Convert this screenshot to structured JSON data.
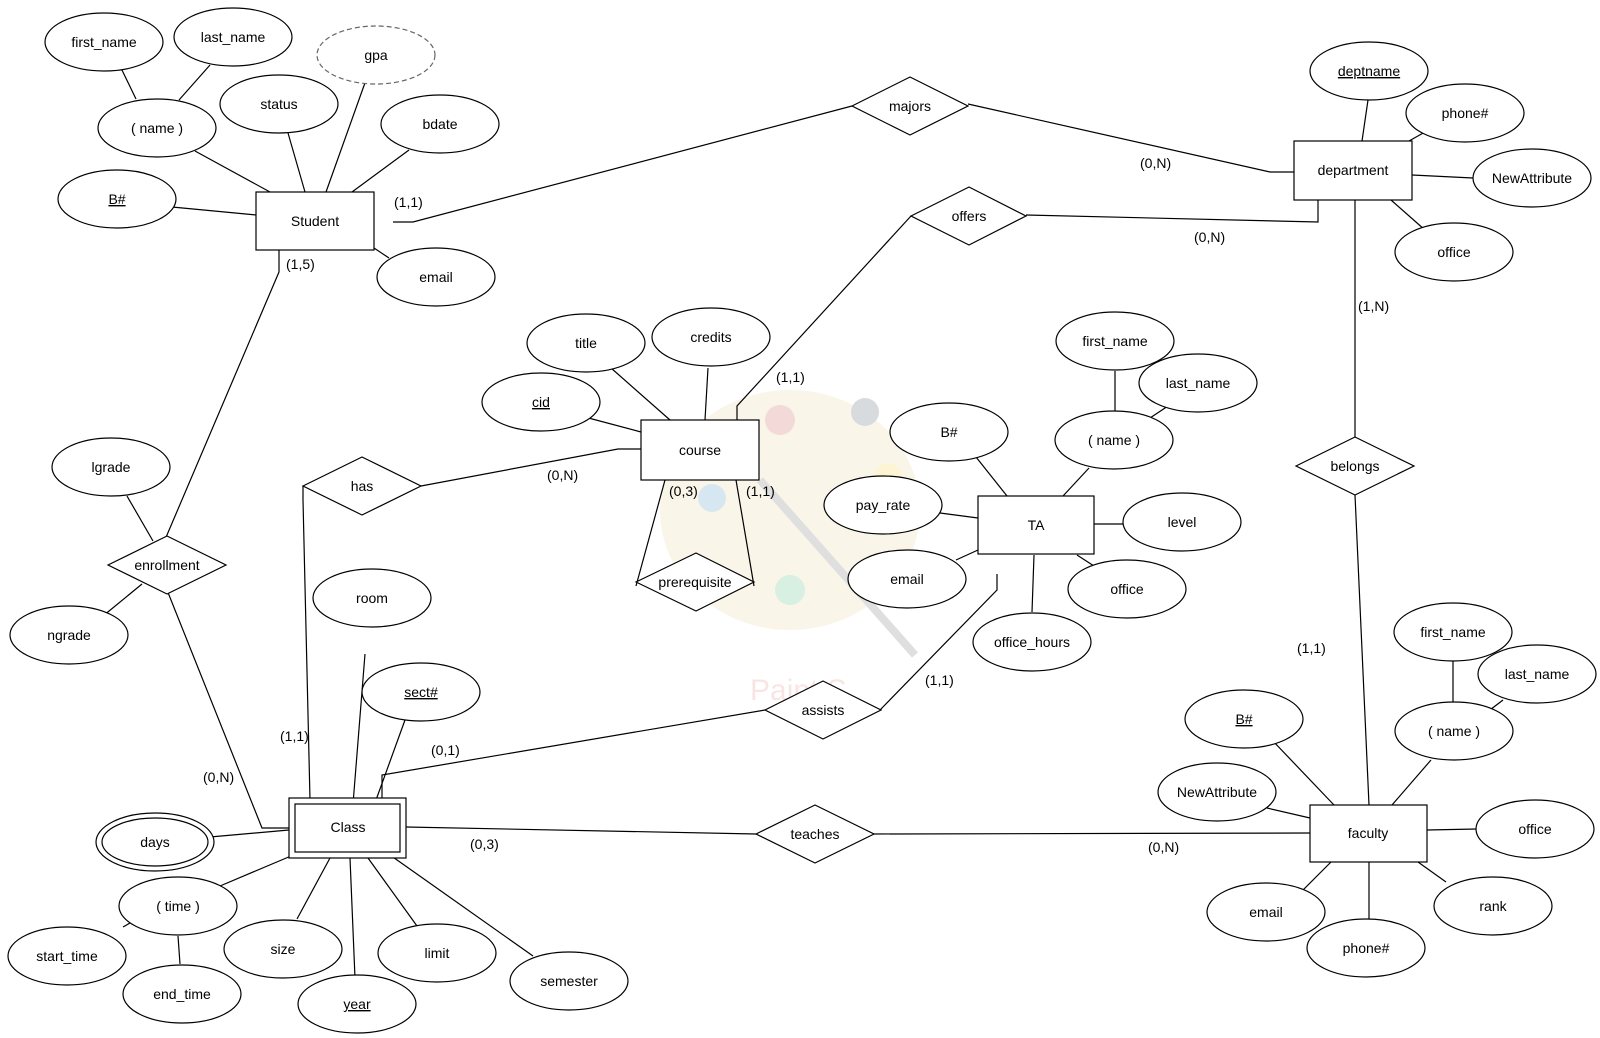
{
  "entities": {
    "student": "Student",
    "department": "department",
    "course": "course",
    "ta": "TA",
    "class": "Class",
    "faculty": "faculty"
  },
  "relationships": {
    "majors": "majors",
    "offers": "offers",
    "has": "has",
    "prerequisite": "prerequisite",
    "enrollment": "enrollment",
    "assists": "assists",
    "belongs": "belongs",
    "teaches": "teaches"
  },
  "attributes": {
    "student": {
      "first_name": "first_name",
      "last_name": "last_name",
      "gpa": "gpa",
      "name": "( name )",
      "status": "status",
      "bdate": "bdate",
      "bnum": "B#",
      "email": "email"
    },
    "department": {
      "deptname": "deptname",
      "phone": "phone#",
      "new_attribute": "NewAttribute",
      "office": "office"
    },
    "course": {
      "title": "title",
      "credits": "credits",
      "cid": "cid"
    },
    "ta": {
      "first_name": "first_name",
      "last_name": "last_name",
      "name": "( name )",
      "bnum": "B#",
      "pay_rate": "pay_rate",
      "level": "level",
      "email": "email",
      "office": "office",
      "office_hours": "office_hours"
    },
    "enrollment": {
      "lgrade": "lgrade",
      "ngrade": "ngrade"
    },
    "class": {
      "room": "room",
      "sect": "sect#",
      "days": "days",
      "time": "( time )",
      "start_time": "start_time",
      "end_time": "end_time",
      "size": "size",
      "year": "year",
      "limit": "limit",
      "semester": "semester"
    },
    "faculty": {
      "first_name": "first_name",
      "last_name": "last_name",
      "name": "( name )",
      "bnum": "B#",
      "new_attribute": "NewAttribute",
      "office": "office",
      "email": "email",
      "phone": "phone#",
      "rank": "rank"
    }
  },
  "cardinalities": {
    "student_majors": "(1,1)",
    "department_majors": "(0,N)",
    "department_offers": "(0,N)",
    "student_enrollment": "(1,5)",
    "course_offers": "(1,1)",
    "course_has": "(0,N)",
    "course_prereq_left": "(0,3)",
    "course_prereq_right": "(1,1)",
    "department_belongs": "(1,N)",
    "ta_assists": "(1,1)",
    "faculty_belongs": "(1,1)",
    "class_has": "(1,1)",
    "class_assists": "(0,1)",
    "class_enrollment": "(0,N)",
    "class_teaches": "(0,3)",
    "faculty_teaches": "(0,N)"
  },
  "watermark": "Paint.S"
}
